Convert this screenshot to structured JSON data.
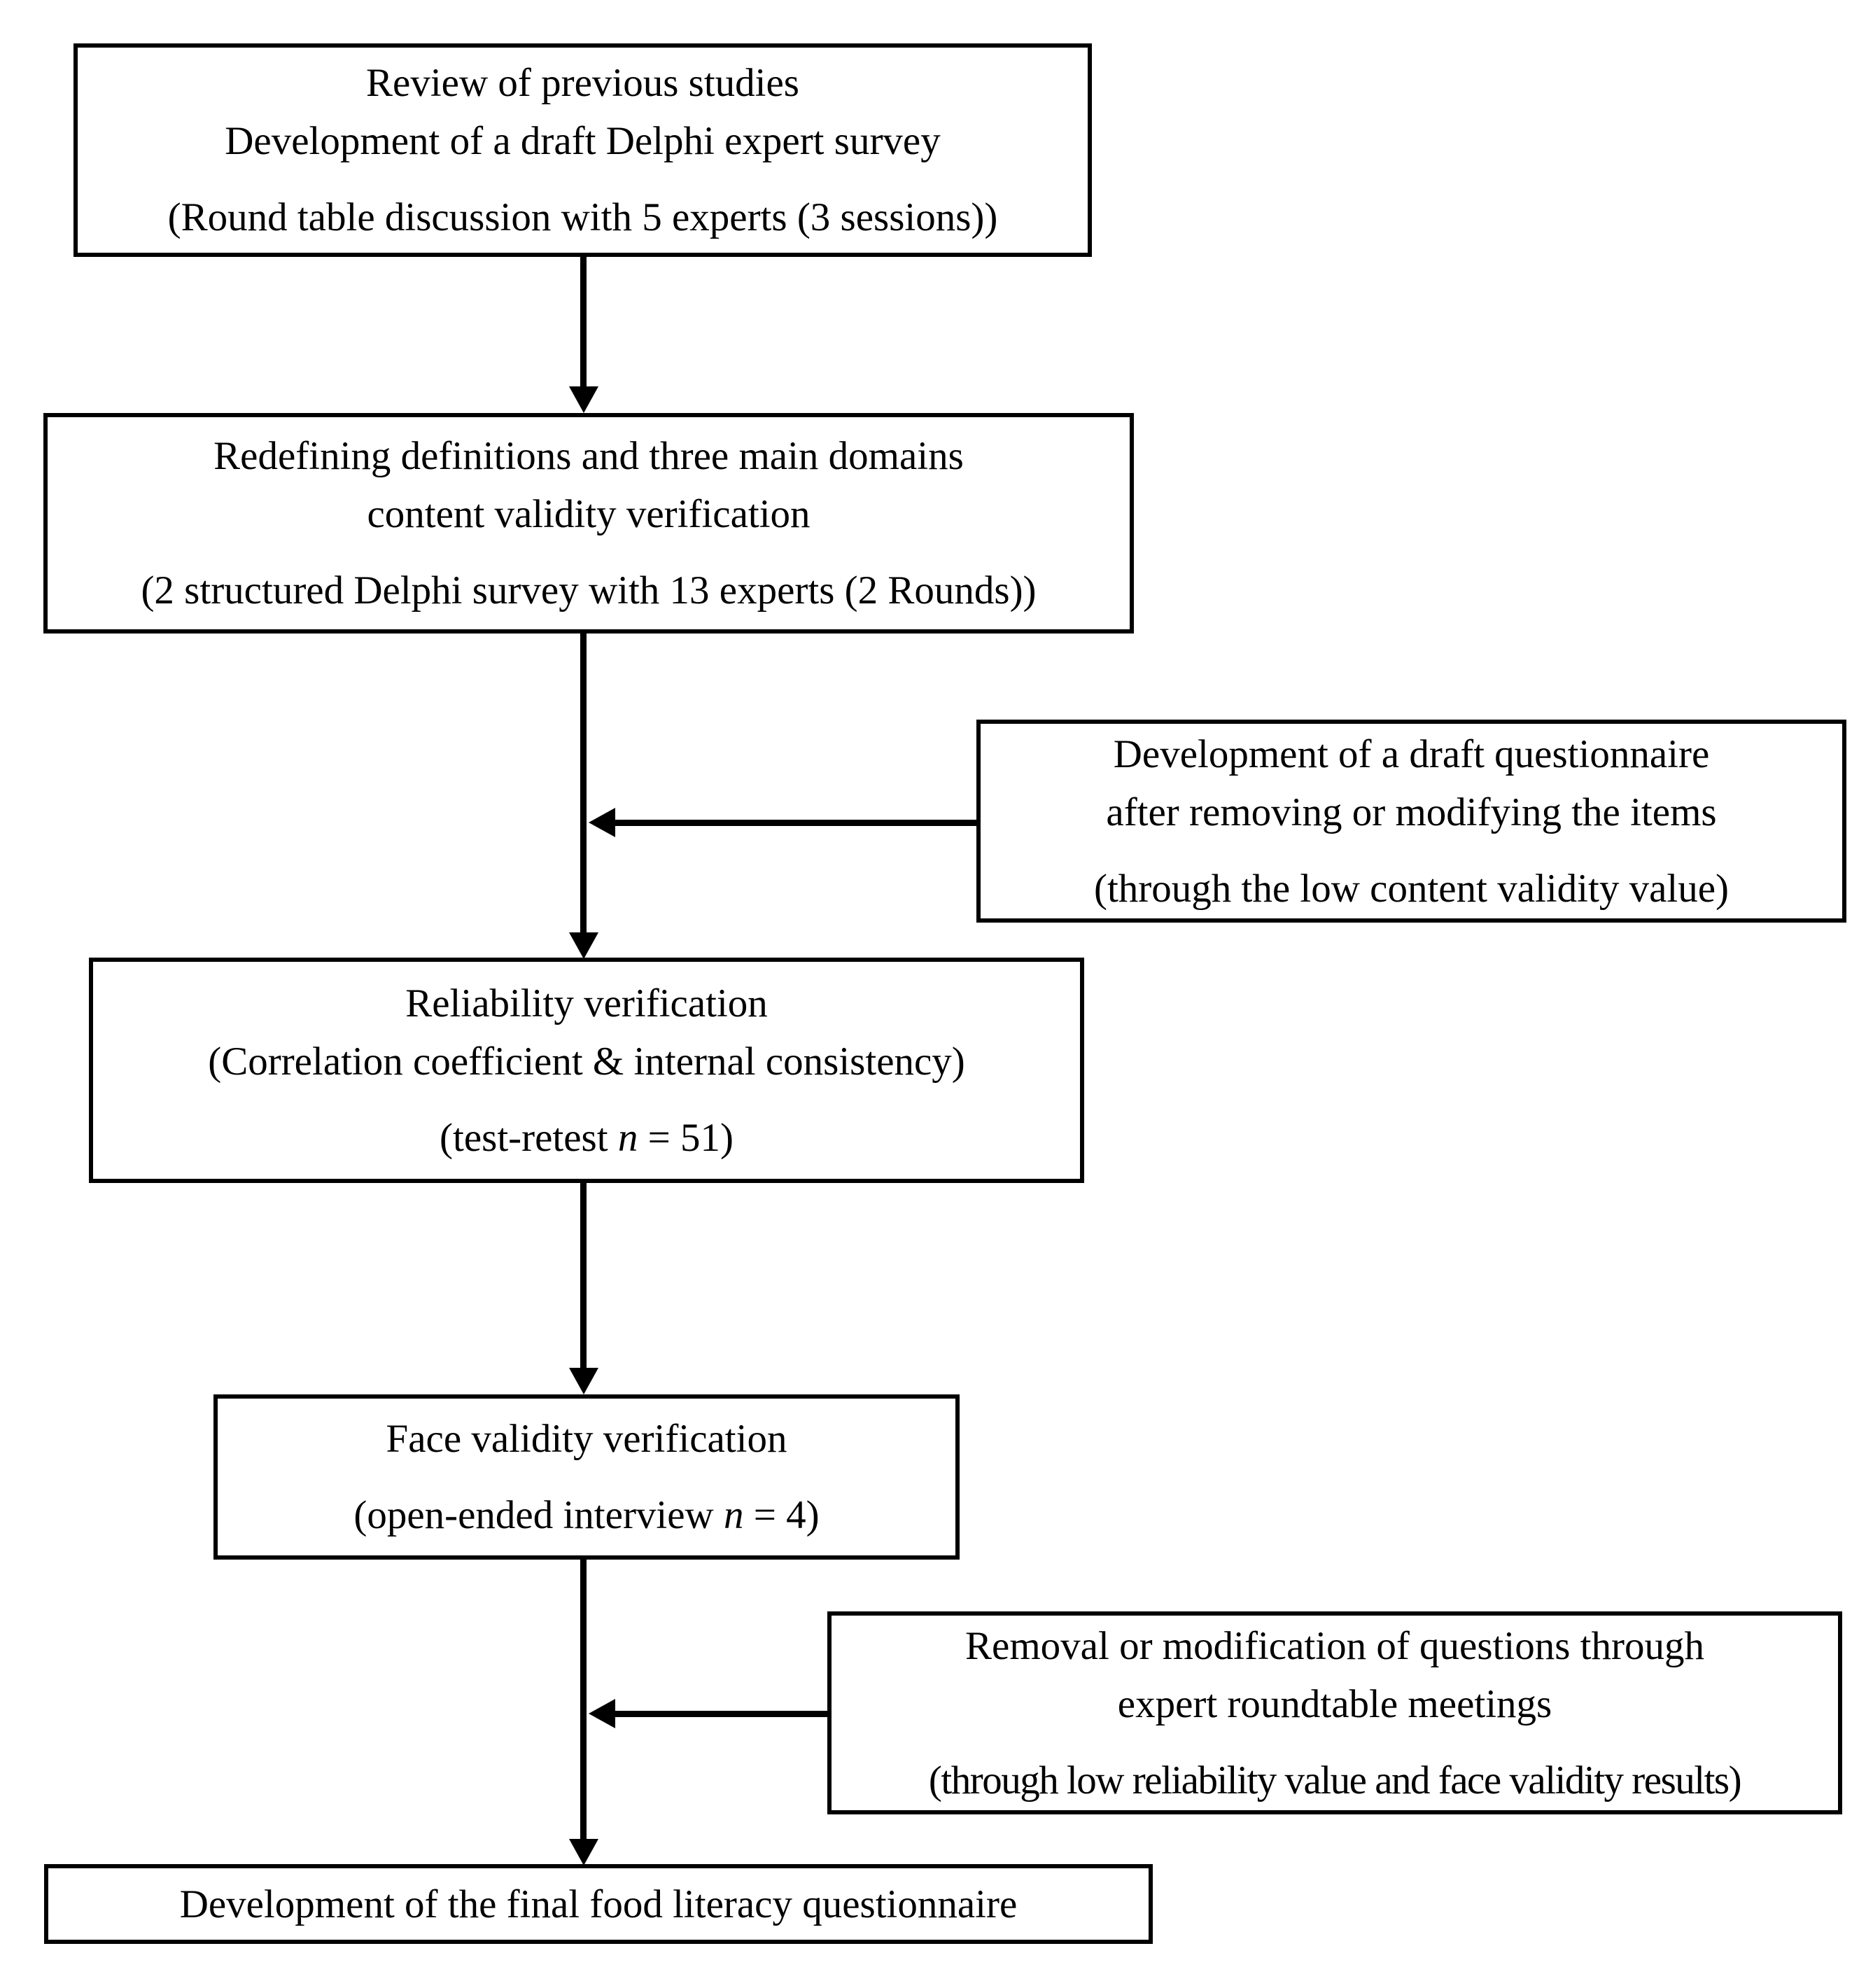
{
  "colors": {
    "ink": "#000000",
    "paper": "#ffffff"
  },
  "flow": {
    "boxes": [
      {
        "id": "review",
        "main": [
          "Review of previous studies",
          "Development of a draft Delphi expert survey"
        ],
        "sub": "(Round table discussion with 5 experts (3 sessions))"
      },
      {
        "id": "redefining",
        "main": [
          "Redefining definitions and three main domains",
          "content validity verification"
        ],
        "sub": "(2 structured Delphi survey with 13 experts (2 Rounds))"
      },
      {
        "id": "draft-questionnaire",
        "main": [
          "Development of a draft questionnaire",
          "after removing or modifying the items"
        ],
        "sub": "(through the low content validity value)"
      },
      {
        "id": "reliability",
        "main": [
          "Reliability verification",
          "(Correlation coefficient & internal consistency)"
        ],
        "sub_pre": "(test-retest ",
        "sub_it": "n",
        "sub_post": " = 51)"
      },
      {
        "id": "face-validity",
        "main": [
          "Face validity verification"
        ],
        "sub_pre": "(open-ended interview ",
        "sub_it": "n",
        "sub_post": " = 4)"
      },
      {
        "id": "removal",
        "main": [
          "Removal or modification of questions through",
          "expert roundtable meetings"
        ],
        "sub": "(through low reliability value and face validity results)"
      },
      {
        "id": "final",
        "main": [
          "Development of the final food literacy questionnaire"
        ]
      }
    ]
  }
}
